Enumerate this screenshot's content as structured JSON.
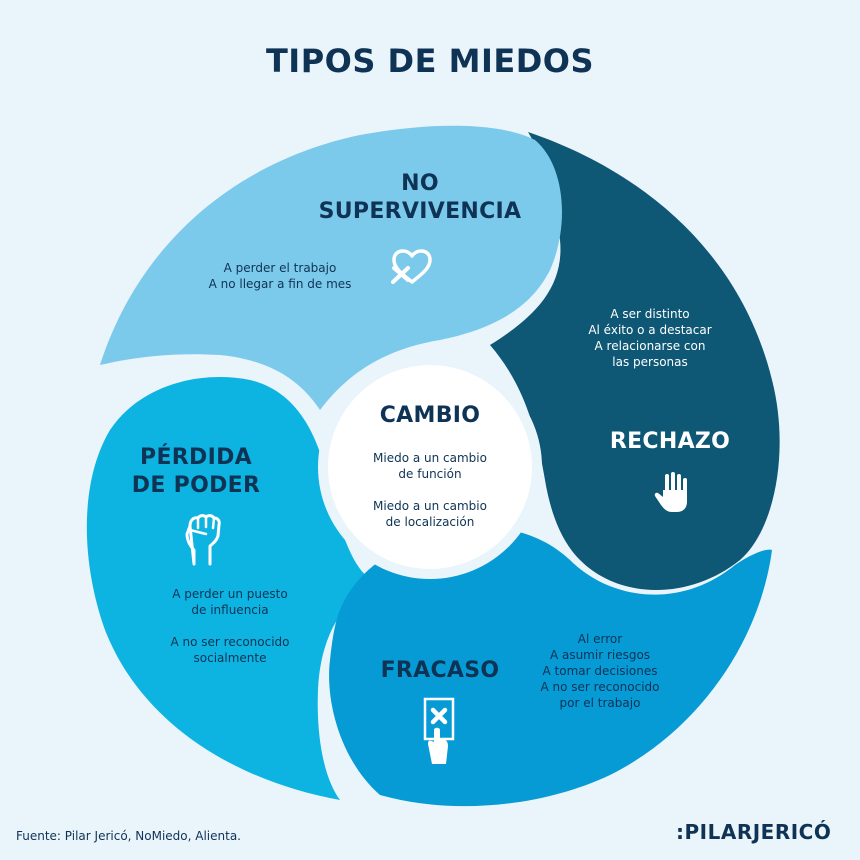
{
  "title": {
    "part1": "TIPOS DE ",
    "part2": "MIEDOS"
  },
  "colors": {
    "background": "#eaf4fb",
    "no_supervivencia": "#7ccaeb",
    "rechazo": "#0e5775",
    "perdida_de_poder": "#0db4e1",
    "fracaso": "#069bd5",
    "cambio": "#ffffff",
    "dark_text": "#0f3355"
  },
  "segments": {
    "no_supervivencia": {
      "heading_line1": "NO",
      "heading_line2": "SUPERVIVENCIA",
      "icon": "broken-heart-icon",
      "items": [
        "A perder el trabajo",
        "A no llegar a fin de mes"
      ]
    },
    "rechazo": {
      "heading": "RECHAZO",
      "icon": "stop-hand-icon",
      "items": [
        "A ser distinto",
        "Al éxito o a destacar",
        "A relacionarse con",
        "las personas"
      ]
    },
    "perdida_de_poder": {
      "heading_line1": "PÉRDIDA",
      "heading_line2": "DE PODER",
      "icon": "raised-fist-icon",
      "items": [
        "A perder un puesto",
        "de influencia",
        "A no ser reconocido",
        "socialmente"
      ]
    },
    "fracaso": {
      "heading": "FRACASO",
      "icon": "hand-holding-rejected-card-icon",
      "items": [
        "Al error",
        "A asumir riesgos",
        "A tomar decisiones",
        "A no ser reconocido",
        "por el trabajo"
      ]
    },
    "cambio": {
      "heading": "CAMBIO",
      "items": [
        "Miedo a un cambio",
        "de función",
        "Miedo a un cambio",
        "de localización"
      ]
    }
  },
  "footer": {
    "source": "Fuente: Pilar Jericó, NoMiedo, Alienta.",
    "logo": ":PILARJERICÓ"
  }
}
